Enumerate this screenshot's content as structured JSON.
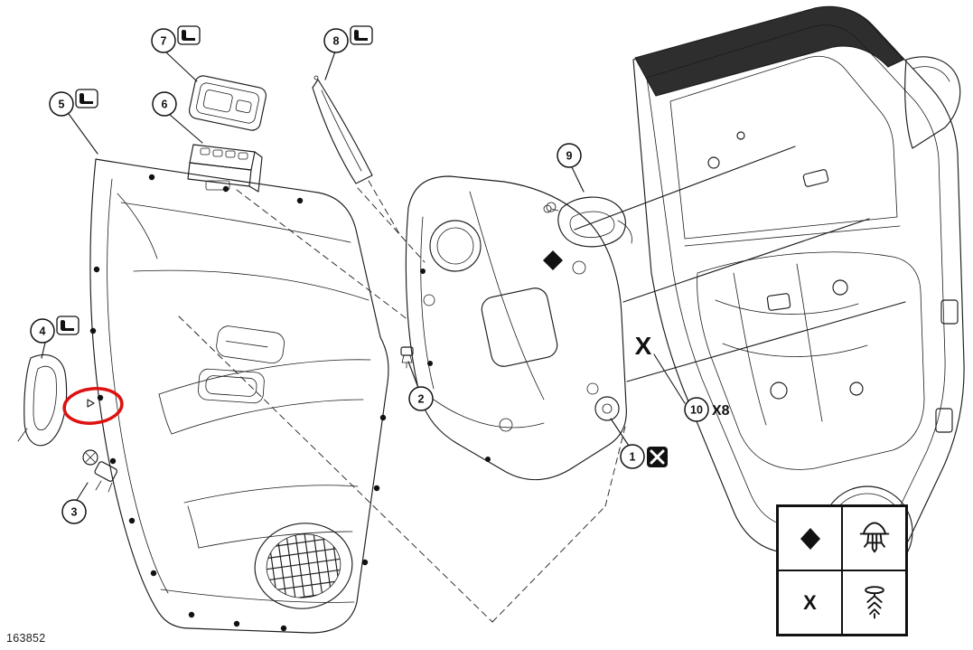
{
  "figure": {
    "part_number": "163852",
    "qty_note": "X8",
    "symbols": {
      "cross": "X",
      "diamond": "◆"
    },
    "callouts": [
      {
        "num": "1"
      },
      {
        "num": "2"
      },
      {
        "num": "3"
      },
      {
        "num": "4"
      },
      {
        "num": "5"
      },
      {
        "num": "6"
      },
      {
        "num": "7"
      },
      {
        "num": "8"
      },
      {
        "num": "9"
      },
      {
        "num": "10"
      }
    ],
    "legend": {
      "rows": [
        {
          "symbol": "◆",
          "fastener": "push-pin-clip-icon"
        },
        {
          "symbol": "X",
          "fastener": "tree-clip-icon"
        }
      ]
    },
    "icons": {
      "callout_note": "seat-icon",
      "boxed_cross": "boxed-cross-icon",
      "diamond_marker": "diamond-icon",
      "pushpin_clip": "push-pin-clip-icon",
      "tree_clip": "tree-clip-icon"
    },
    "colors": {
      "line": "#1c1c1c",
      "highlight": "#dd1111",
      "marker": "#111111",
      "background": "#ffffff"
    }
  }
}
